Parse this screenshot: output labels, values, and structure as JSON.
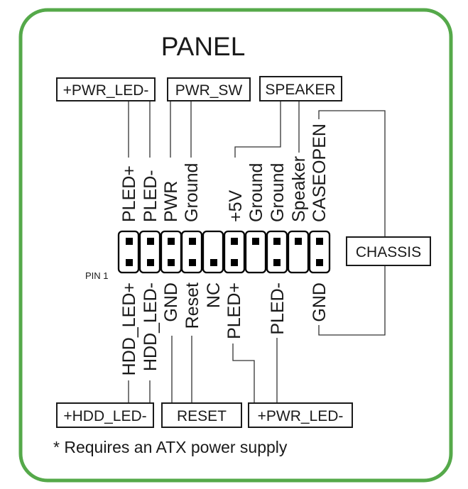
{
  "title": "PANEL",
  "connector_boxes": {
    "top_pwr_led": "+PWR_LED-",
    "pwr_sw": "PWR_SW",
    "speaker": "SPEAKER",
    "chassis": "CHASSIS",
    "bottom_hdd_led": "+HDD_LED-",
    "reset": "RESET",
    "bottom_pwr_led": "+PWR_LED-"
  },
  "top_pins": [
    "PLED+",
    "PLED-",
    "PWR",
    "Ground",
    "+5V",
    "Ground",
    "Ground",
    "Speaker",
    "CASEOPEN"
  ],
  "bottom_pins": [
    "HDD_LED+",
    "HDD_LED-",
    "GND",
    "Reset",
    "NC",
    "PLED+",
    "PLED-",
    "GND"
  ],
  "pin1_label": "PIN 1",
  "footnote": "* Requires an ATX power supply",
  "colors": {
    "frame": "#55a94a",
    "ink": "#1a1a1a"
  }
}
